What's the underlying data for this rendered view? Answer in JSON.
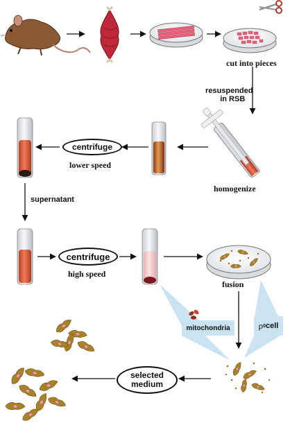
{
  "labels": {
    "cut_into_pieces": "cut into pieces",
    "resuspended_line1": "resuspended",
    "resuspended_line2": "in RSB",
    "homogenize": "homogenize",
    "centrifuge_low": "centrifuge",
    "lower_speed": "lower speed",
    "supernatant": "supernatant",
    "centrifuge_high": "centrifuge",
    "high_speed": "high speed",
    "fusion": "fusion",
    "mitochondria": "mitochondria",
    "rho0_symbol": "ρ",
    "rho0_superscript": "0",
    "rho0_cell": " cell",
    "selected_line1": "selected",
    "selected_line2": "medium"
  },
  "colors": {
    "arrow": "#111111",
    "callout": "#c9e3f3",
    "tissue": "#e8607a",
    "muscle": "#c0283a",
    "lysate": "#d9644a",
    "pellet_dark": "#2a1a10",
    "cell": "#a8812a",
    "cell_nucleus": "#e8a0a0"
  },
  "icons": [
    "mouse-icon",
    "muscle-icon",
    "petri-dish-icon",
    "scissors-icon",
    "homogenizer-icon",
    "test-tube-icon",
    "cell-icon"
  ]
}
